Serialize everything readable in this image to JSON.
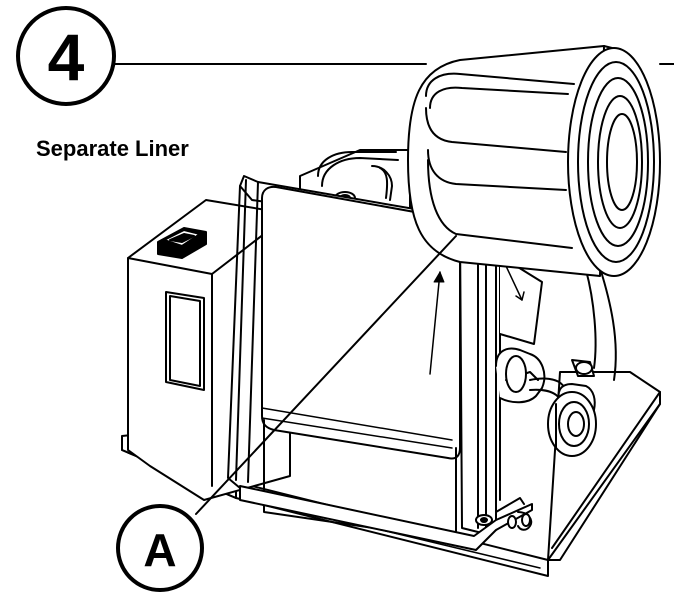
{
  "step": {
    "number": "4",
    "title": "Separate Liner"
  },
  "callouts": [
    {
      "label": "A"
    }
  ],
  "colors": {
    "line": "#000000",
    "fill": "#ffffff"
  }
}
